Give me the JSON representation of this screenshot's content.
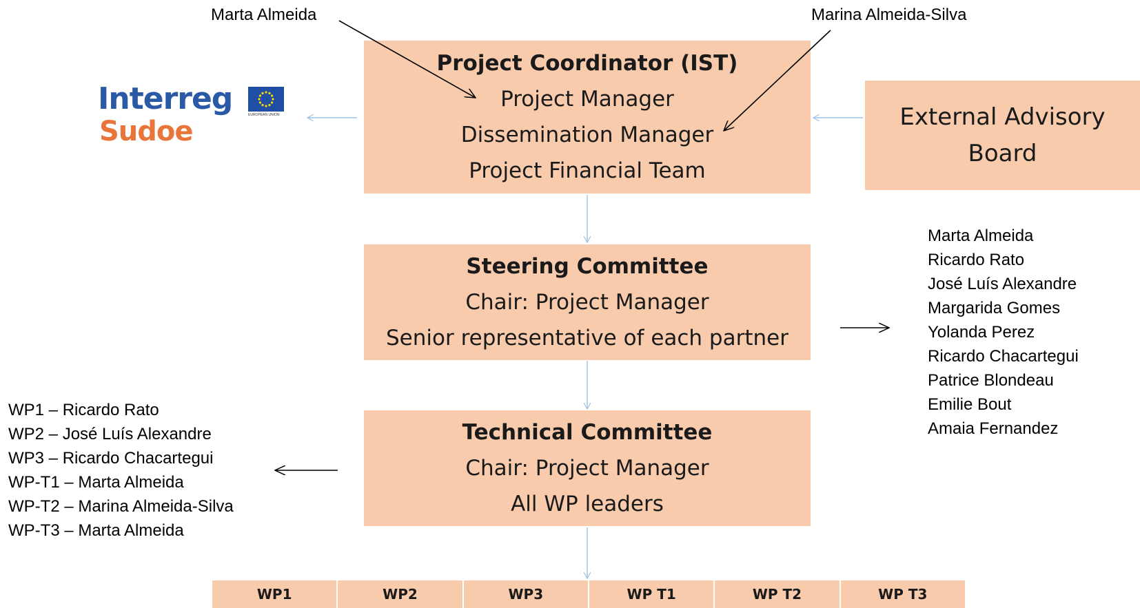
{
  "logo": {
    "line1": "Interreg",
    "line2": "Sudoe",
    "flag_caption": "EUROPEAN UNION"
  },
  "coordinator": {
    "title": "Project Coordinator (IST)",
    "lines": [
      "Project Manager",
      "Dissemination Manager",
      "Project Financial Team"
    ]
  },
  "advisory": {
    "lines": [
      "External Advisory",
      "Board"
    ]
  },
  "steering": {
    "title": "Steering Committee",
    "lines": [
      "Chair: Project Manager",
      "Senior representative of each partner"
    ]
  },
  "technical": {
    "title": "Technical Committee",
    "lines": [
      "Chair: Project Manager",
      "All WP leaders"
    ]
  },
  "annotations": {
    "project_manager": "Marta Almeida",
    "dissemination_manager": "Marina Almeida-Silva"
  },
  "steering_members": [
    "Marta Almeida",
    "Ricardo Rato",
    "José Luís Alexandre",
    "Margarida Gomes",
    "Yolanda Perez",
    "Ricardo Chacartegui",
    "Patrice Blondeau",
    "Emilie Bout",
    "Amaia Fernandez"
  ],
  "wp_leaders": [
    "WP1 – Ricardo Rato",
    "WP2 – José Luís Alexandre",
    "WP3 – Ricardo Chacartegui",
    "WP-T1 – Marta Almeida",
    "WP-T2 – Marina Almeida-Silva",
    "WP-T3 – Marta Almeida"
  ],
  "work_packages": [
    "WP1",
    "WP2",
    "WP3",
    "WP T1",
    "WP T2",
    "WP T3"
  ],
  "colors": {
    "box_fill": "#f8cbad",
    "connector": "#9dc3e6",
    "interreg_blue": "#2a5aa6",
    "sudoe_orange": "#e8763a"
  }
}
